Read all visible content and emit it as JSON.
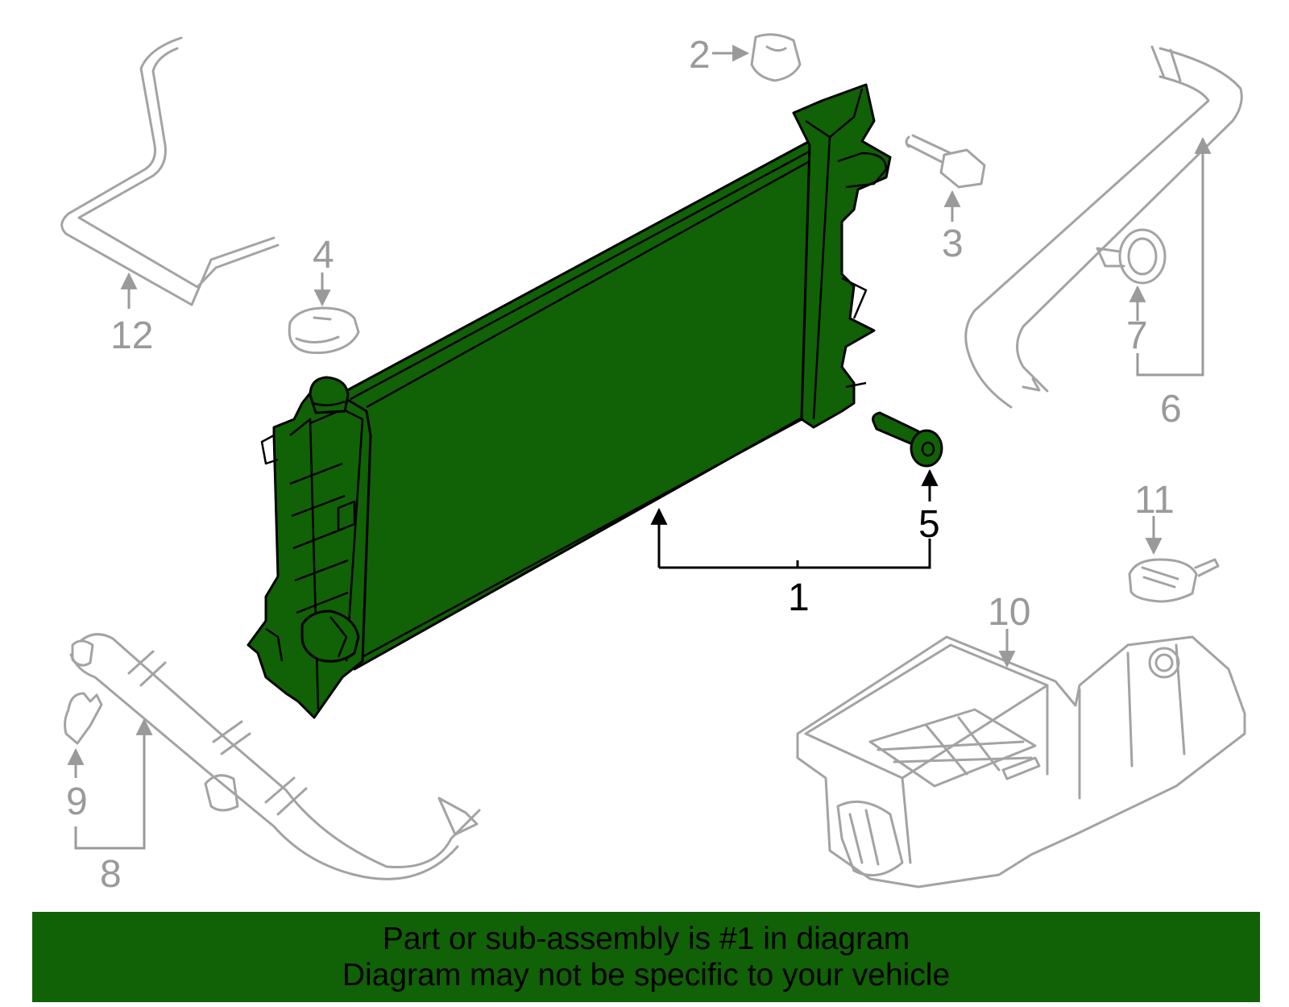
{
  "colors": {
    "highlight_green": "#116106",
    "part_gray": "#a3a3a3",
    "label_gray": "#9a9a9a",
    "label_black": "#000000",
    "background": "#ffffff"
  },
  "callouts": {
    "c1": "1",
    "c2": "2",
    "c3": "3",
    "c4": "4",
    "c5": "5",
    "c6": "6",
    "c7": "7",
    "c8": "8",
    "c9": "9",
    "c10": "10",
    "c11": "11",
    "c12": "12"
  },
  "highlighted_callouts": [
    "1",
    "5"
  ],
  "banner": {
    "line1": "Part or sub-assembly is #1 in diagram",
    "line2": "Diagram may not be specific to your vehicle"
  }
}
